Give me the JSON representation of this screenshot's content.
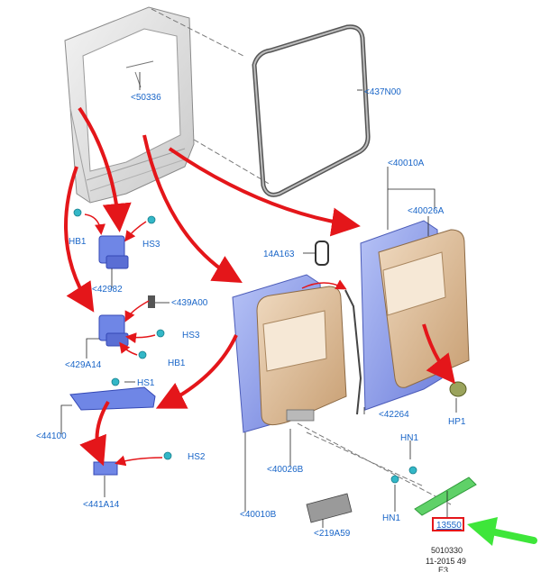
{
  "labels": {
    "l_50336": "<50336",
    "l_437n00": "<437N00",
    "l_40010a": "<40010A",
    "l_40026a": "<40026A",
    "l_14a163": "14A163",
    "l_hb1_top": "HB1",
    "l_hs3_top": "HS3",
    "l_42982": "<42982",
    "l_439a00": "<439A00",
    "l_hs3_mid": "HS3",
    "l_429a14": "<429A14",
    "l_hb1_mid": "HB1",
    "l_hs1": "HS1",
    "l_44100": "<44100",
    "l_42264": "<42264",
    "l_hp1": "HP1",
    "l_hn1_top": "HN1",
    "l_40026b": "<40026B",
    "l_hs2": "HS2",
    "l_441a14": "<441A14",
    "l_hn1_bot": "HN1",
    "l_40010b": "<40010B",
    "l_219a59": "<219A59",
    "l_13550": "13550"
  },
  "footer": {
    "code": "5010330",
    "date": "11-2015 49",
    "extra": "E3"
  },
  "colors": {
    "label_blue": "#1a66c8",
    "arrow_red": "#e4161a",
    "highlight_red": "#e4161a",
    "pointer_green": "#3ee63a",
    "door_panel": "#d9b995",
    "door_frame": "#8a9ae6"
  }
}
